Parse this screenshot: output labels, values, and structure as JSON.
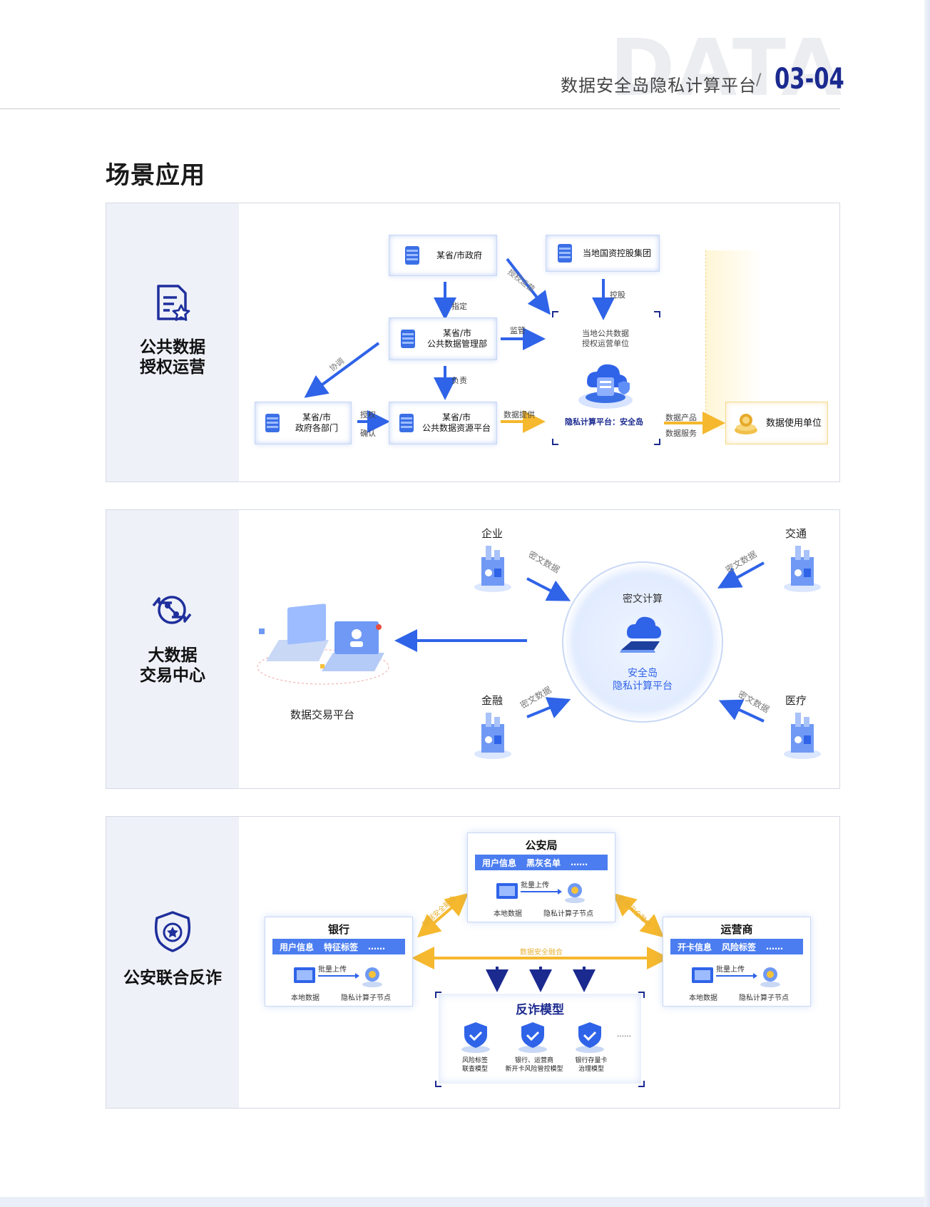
{
  "header": {
    "bg_word": "DATA",
    "title": "数据安全岛隐私计算平台",
    "slash": "/",
    "page": "03-04"
  },
  "section_title": "场景应用",
  "panel1": {
    "label_line1": "公共数据",
    "label_line2": "授权运营",
    "gov": "某省/市政府",
    "state_group": "当地国资控股集团",
    "mgmt_line1": "某省/市",
    "mgmt_line2": "公共数据管理部",
    "dept_line1": "某省/市",
    "dept_line2": "政府各部门",
    "platform_line1": "某省/市",
    "platform_line2": "公共数据资源平台",
    "operator_line1": "当地公共数据",
    "operator_line2": "授权运营单位",
    "island": "隐私计算平台：安全岛",
    "user": "数据使用单位",
    "edge_appoint": "指定",
    "edge_auth_op": "授权运营",
    "edge_control": "控股",
    "edge_supervise": "监管",
    "edge_coordinate": "协调",
    "edge_responsible": "负责",
    "edge_authorize": "授权",
    "edge_confirm": "确认",
    "edge_provide": "数据提供",
    "edge_product": "数据产品",
    "edge_service": "数据服务"
  },
  "panel2": {
    "label_line1": "大数据",
    "label_line2": "交易中心",
    "enterprise": "企业",
    "traffic": "交通",
    "finance": "金融",
    "medical": "医疗",
    "cipher_data": "密文数据",
    "cipher_compute": "密文计算",
    "center_line1": "安全岛",
    "center_line2": "隐私计算平台",
    "trade_platform": "数据交易平台"
  },
  "panel3": {
    "label": "公安联合反诈",
    "police": {
      "title": "公安局",
      "tags": [
        "用户信息",
        "黑灰名单",
        "……"
      ],
      "upload": "批量上传",
      "local": "本地数据",
      "node": "隐私计算子节点"
    },
    "bank": {
      "title": "银行",
      "tags": [
        "用户信息",
        "特征标签",
        "……"
      ],
      "upload": "批量上传",
      "local": "本地数据",
      "node": "隐私计算子节点"
    },
    "carrier": {
      "title": "运营商",
      "tags": [
        "开卡信息",
        "风险标签",
        "……"
      ],
      "upload": "批量上传",
      "local": "本地数据",
      "node": "隐私计算子节点"
    },
    "fusion": "数据安全融合",
    "model_title": "反诈模型",
    "models": [
      {
        "line1": "风险标签",
        "line2": "联查模型"
      },
      {
        "line1": "银行、运营商",
        "line2": "新开卡风险管控模型"
      },
      {
        "line1": "银行存量卡",
        "line2": "治理模型"
      }
    ],
    "more": "……"
  },
  "colors": {
    "blue": "#2f63e8",
    "navy": "#1b2a8f",
    "yellow": "#f5c23a",
    "panel_left": "#eef1f8"
  }
}
